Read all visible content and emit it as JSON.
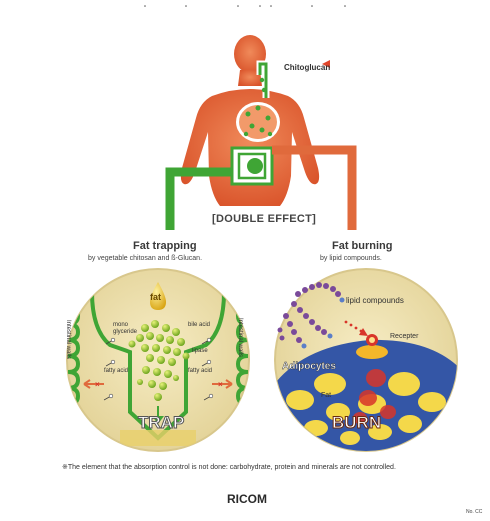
{
  "header_text": "",
  "body_labels": {
    "chitoglucan": "Chitoglucan",
    "double_effect": "[DOUBLE EFFECT]"
  },
  "trap_panel": {
    "heading": "Fat trapping",
    "subheading": "by vegetable chitosan and ß-Glucan.",
    "fat_label": "fat",
    "mono_label": "mono glyceride",
    "bile_label": "bile acid",
    "lipase_label": "lipase",
    "fatty_left": "fatty acid",
    "fatty_right": "fatty acid",
    "wall_left": "Intestinal walls",
    "wall_right": "Intestinal walls",
    "word": "TRAP"
  },
  "burn_panel": {
    "heading": "Fat burning",
    "subheading": "by lipid compounds.",
    "lipid_label": "lipid compounds",
    "receptor_label": "Recepter",
    "adipocytes_label": "Adipocytes",
    "fat_label": "Fat",
    "word": "BURN"
  },
  "footnote": "※The element that the absorption control is not done: carbohydrate, protein and minerals are not controlled.",
  "brand": "RICOM",
  "corner_text": "No. CC",
  "colors": {
    "body_orange": "#e06a3c",
    "green": "#3fa535",
    "lime": "#a6c83a",
    "circle_bg": "#efe2b0",
    "purple": "#7a4a9a",
    "blue": "#3456a6",
    "yellow": "#f4d84a",
    "red": "#d8352a"
  }
}
